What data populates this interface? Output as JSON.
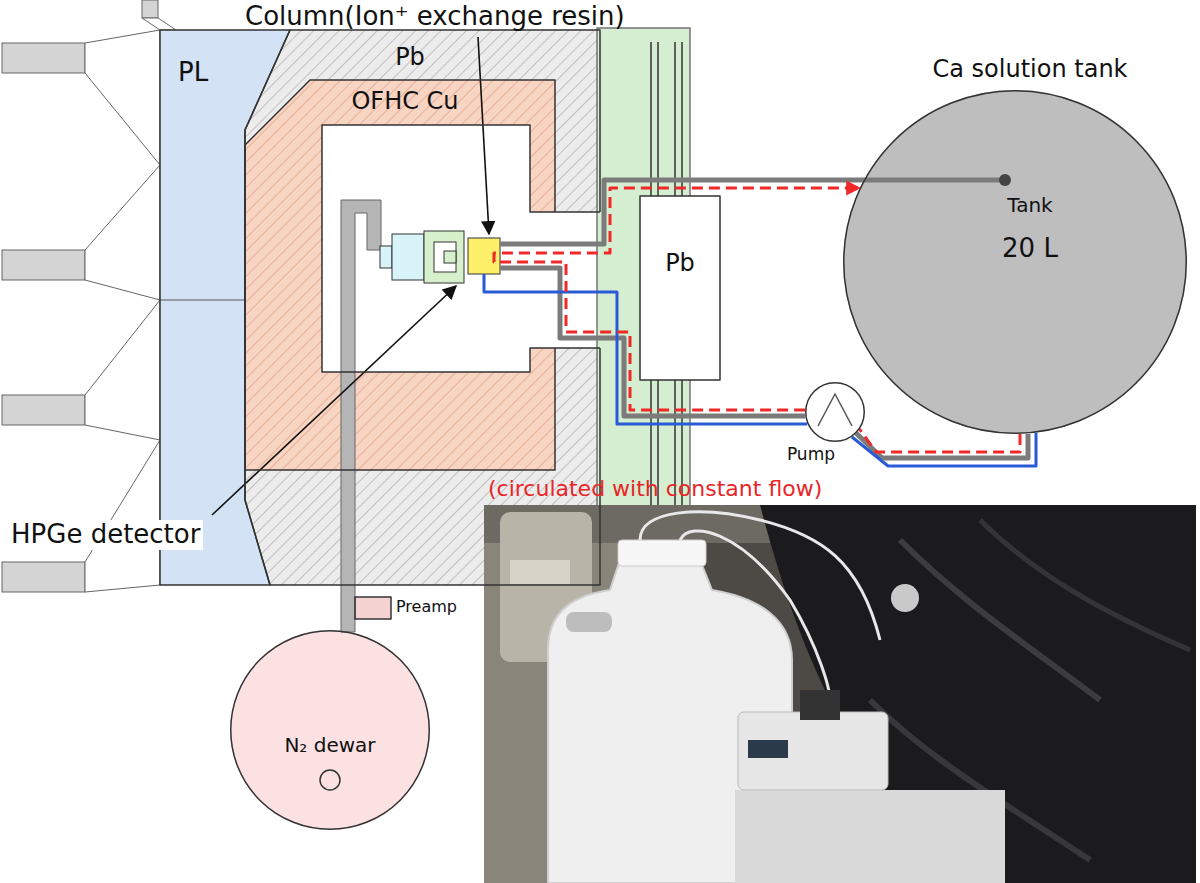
{
  "diagram": {
    "nodes": [
      {
        "text": [
          "PL"
        ]
      },
      {
        "text": [
          "Pb"
        ]
      },
      {
        "text": [
          "OFHC Cu"
        ],
        "in": 1
      },
      {
        "text": [
          "Ca solution tank",
          "Tank",
          "20 L"
        ]
      },
      {
        "text": [
          "Pb"
        ]
      },
      {
        "text": [
          "Pump"
        ]
      },
      {
        "text": [
          "Preamp"
        ]
      },
      {
        "text": [
          "N₂ dewar"
        ]
      }
    ],
    "edges": [
      {
        "from": 3,
        "to": 5,
        "arrow": "none"
      },
      {
        "from": 5,
        "to": 3,
        "arrow": "to"
      }
    ],
    "labels": [
      "Column(Ion⁺ exchange resin)",
      "HPGe detector",
      "(circulated with constant flow)"
    ]
  }
}
